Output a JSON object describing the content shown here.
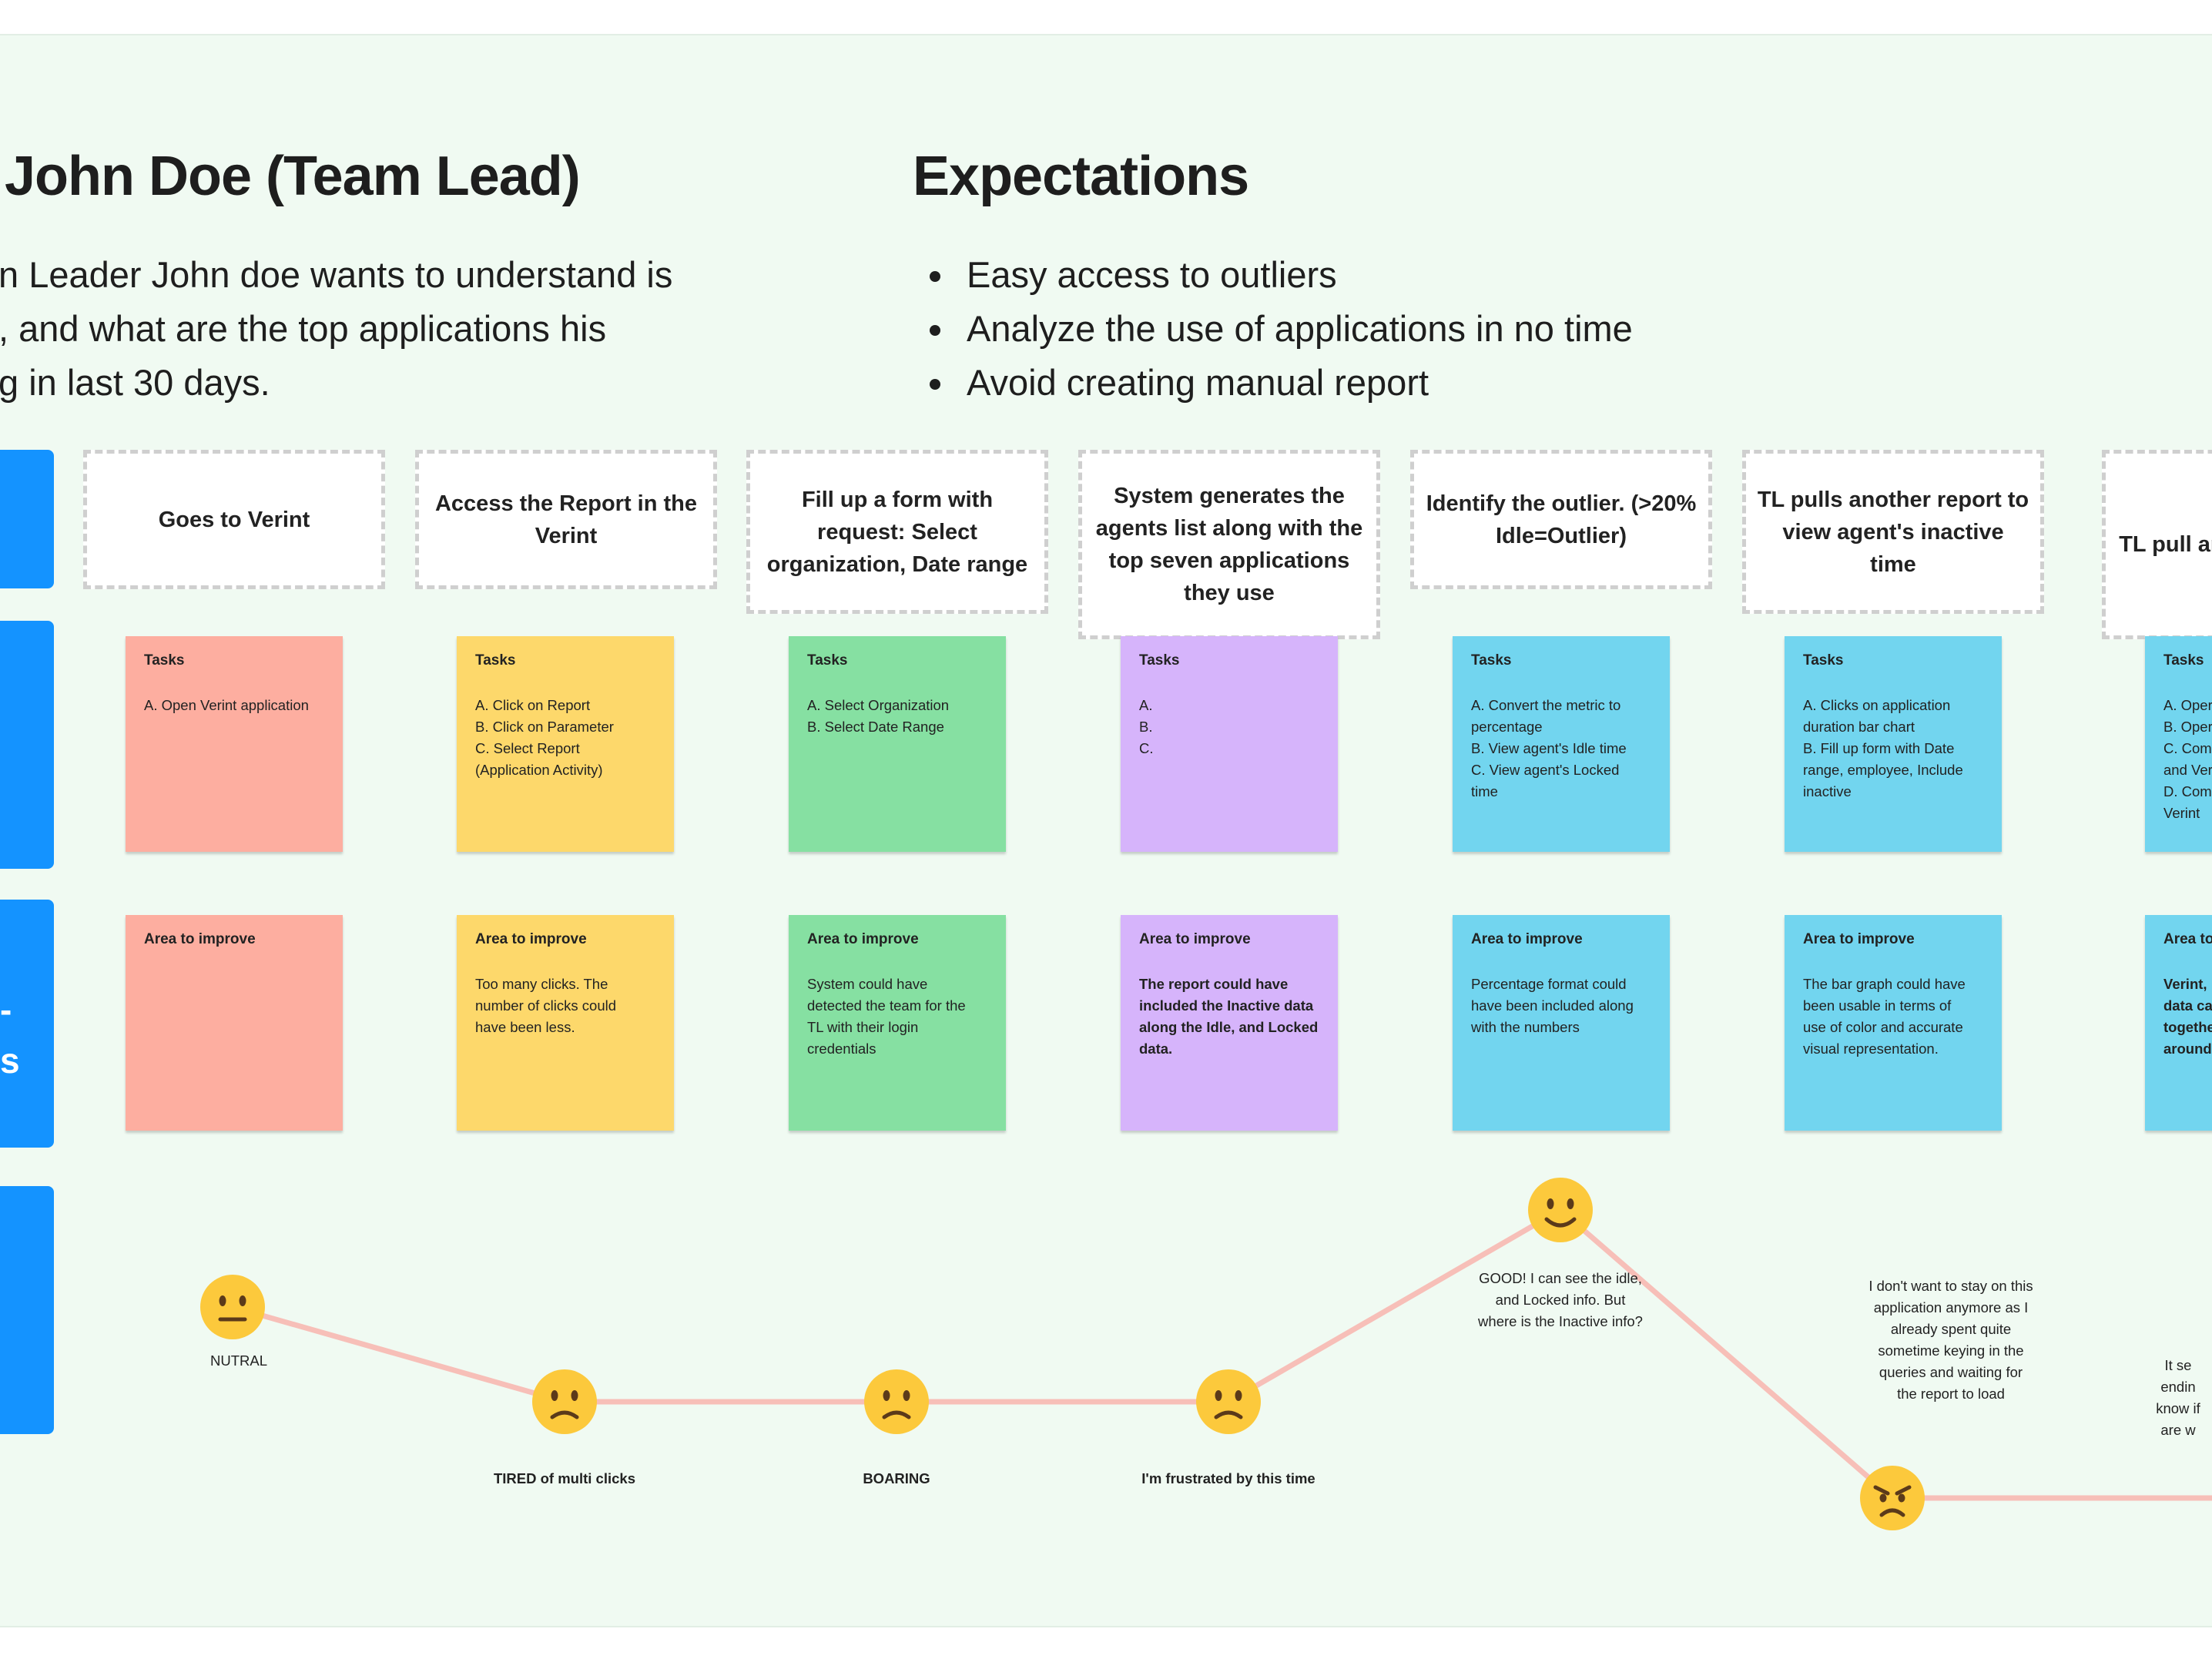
{
  "persona": {
    "title": "John Doe (Team Lead)",
    "lines": [
      "n Leader John doe wants to understand is",
      ", and what are the top applications his",
      "g in last 30 days."
    ]
  },
  "expectations": {
    "title": "Expectations",
    "items": [
      "Easy access to outliers",
      "Analyze the use of applications in no time",
      "Avoid creating manual report"
    ]
  },
  "lanes": {
    "third_label_chars": [
      "-",
      "s"
    ]
  },
  "steps": [
    "Goes to Verint",
    "Access the Report in the Verint",
    "Fill up a form with request: Select organization, Date range",
    "System generates the agents list along with the top seven applications they use",
    "Identify the outlier. (>20% Idle=Outlier)",
    "TL pulls another report to view agent's inactive time",
    "TL pull and or clock i sch"
  ],
  "colors": {
    "lane": "#1493ff",
    "board": "#f0faf2",
    "line": "#f7bfb8",
    "notes": [
      "#fdaea0",
      "#fdd86b",
      "#86e0a2",
      "#d6b4fb",
      "#72d5ef",
      "#72d5ef",
      "#72d5ef"
    ]
  },
  "tasks": [
    {
      "title": "Tasks",
      "lines": [
        "A. Open Verint application"
      ]
    },
    {
      "title": "Tasks",
      "lines": [
        "A. Click on Report",
        "B. Click on Parameter",
        "C. Select Report",
        "(Application Activity)"
      ]
    },
    {
      "title": "Tasks",
      "lines": [
        "A. Select Organization",
        "B. Select Date Range"
      ]
    },
    {
      "title": "Tasks",
      "lines": [
        "A.",
        "B.",
        "C."
      ]
    },
    {
      "title": "Tasks",
      "lines": [
        "A. Convert the metric to",
        "percentage",
        "B. View agent's Idle time",
        "C. View agent's Locked",
        "time"
      ]
    },
    {
      "title": "Tasks",
      "lines": [
        "A. Clicks on application",
        "duration bar chart",
        "B. Fill up form with Date",
        "range, employee, Include",
        "inactive"
      ]
    },
    {
      "title": "Tasks",
      "lines": [
        "A. Oper",
        "B. Oper",
        "C. Com",
        "and Ver",
        "D. Com",
        "Verint"
      ]
    }
  ],
  "improvements": [
    {
      "title": "Area to improve",
      "bold": false,
      "lines": []
    },
    {
      "title": "Area to improve",
      "bold": false,
      "lines": [
        "Too many clicks. The",
        "number of clicks could",
        "have been less."
      ]
    },
    {
      "title": "Area to improve",
      "bold": false,
      "lines": [
        "System could have",
        "detected the team for the",
        "TL with their login",
        "credentials"
      ]
    },
    {
      "title": "Area to improve",
      "bold": true,
      "lines": [
        "The report could  have",
        "included the Inactive data",
        "along the Idle, and Locked",
        "data."
      ]
    },
    {
      "title": "Area to improve",
      "bold": false,
      "lines": [
        "Percentage format could",
        "have been included along",
        "with the numbers"
      ]
    },
    {
      "title": "Area to improve",
      "bold": false,
      "lines": [
        "The bar graph could have",
        "been usable in terms of",
        "use of color and accurate",
        "visual representation."
      ]
    },
    {
      "title": "Area to",
      "bold": true,
      "lines": [
        "Verint,",
        "data ca",
        "togethe",
        "around"
      ]
    }
  ],
  "emotions": [
    {
      "mood": "neutral",
      "label_lines": [
        "NUTRAL"
      ],
      "bold": false
    },
    {
      "mood": "sad",
      "label_lines": [
        "TIRED of multi clicks"
      ],
      "bold": true
    },
    {
      "mood": "sad",
      "label_lines": [
        "BOARING"
      ],
      "bold": true
    },
    {
      "mood": "sad",
      "label_lines": [
        "I'm frustrated by this time"
      ],
      "bold": true
    },
    {
      "mood": "happy",
      "label_lines": [
        "GOOD! I can see the idle,",
        "and Locked info. But",
        "where is the Inactive info?"
      ],
      "bold": false
    },
    {
      "mood": "angry",
      "label_lines": [
        "I don't want to stay on this",
        "application anymore as I",
        "already spent quite",
        "sometime keying in the",
        "queries and waiting for",
        "the report to load"
      ],
      "bold": false
    },
    {
      "mood": "none",
      "label_lines": [
        "It se",
        "endin",
        "know if",
        "are w"
      ],
      "bold": false
    }
  ]
}
